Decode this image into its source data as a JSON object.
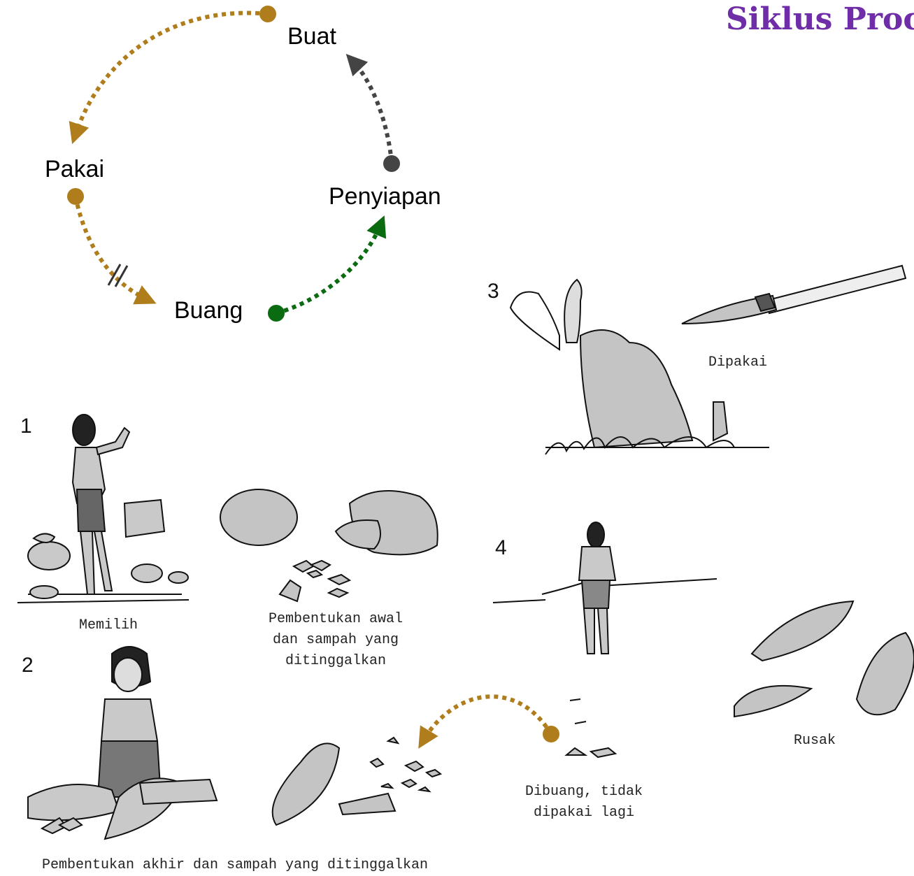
{
  "title": "Siklus Proc",
  "colors": {
    "gold": "#b07d1c",
    "dark": "#444444",
    "green": "#0a6b10",
    "title": "#6f2da8",
    "stone": "#c4c4c4"
  },
  "cycle": {
    "buat": "Buat",
    "pakai": "Pakai",
    "penyiapan": "Penyiapan",
    "buang": "Buang"
  },
  "steps": {
    "n1": "1",
    "n2": "2",
    "n3": "3",
    "n4": "4"
  },
  "captions": {
    "memilih": "Memilih",
    "awal_1": "Pembentukan awal",
    "awal_2": "dan sampah yang",
    "awal_3": "ditinggalkan",
    "akhir": "Pembentukan akhir dan sampah yang ditinggalkan",
    "dipakai": "Dipakai",
    "dibuang_1": "Dibuang, tidak",
    "dibuang_2": "dipakai lagi",
    "rusak": "Rusak"
  }
}
